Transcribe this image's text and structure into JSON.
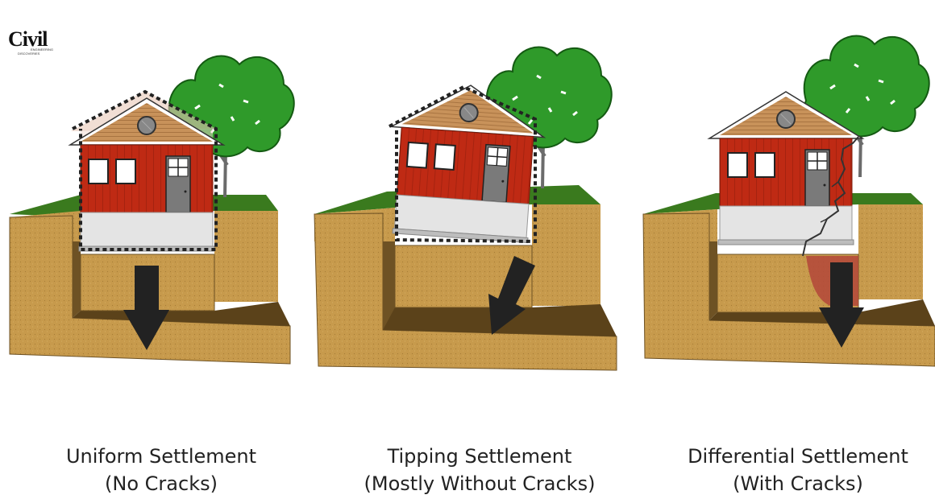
{
  "logo": {
    "text": "Civil",
    "sub1": "ENGINEERING",
    "sub2": "DISCOVERIES",
    "accent": "#c0392b"
  },
  "panels": [
    {
      "id": "uniform",
      "title": "Uniform Settlement",
      "subtitle": "(No Cracks)"
    },
    {
      "id": "tipping",
      "title": "Tipping Settlement",
      "subtitle": "(Mostly Without Cracks)"
    },
    {
      "id": "differential",
      "title": "Differential Settlement",
      "subtitle": "(With Cracks)"
    }
  ],
  "colors": {
    "soil": "#c79a4c",
    "soil_dark": "#6e5224",
    "grass": "#3a7a1e",
    "wall": "#bf2a14",
    "roof": "#c8925a",
    "foundation": "#e4e4e4",
    "door": "#7a7a7a",
    "tree": "#2f9a2a",
    "arrow": "#222222",
    "crack_soil": "#b3473a"
  }
}
